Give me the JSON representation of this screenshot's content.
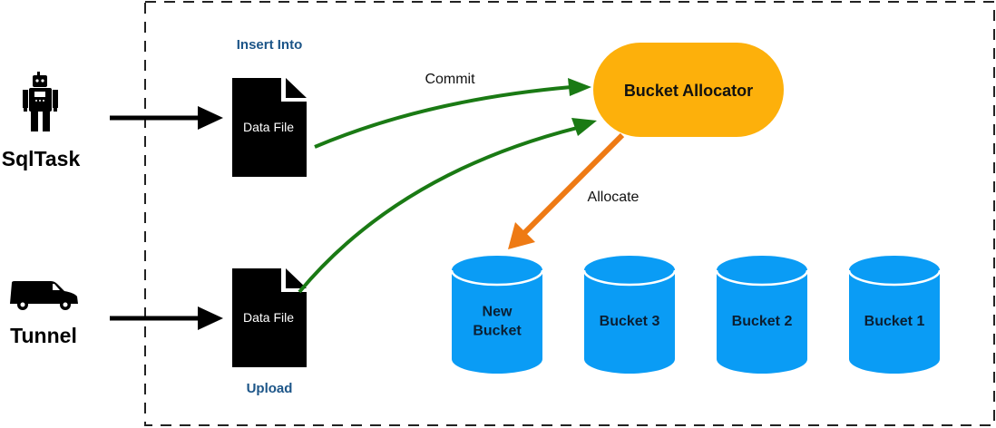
{
  "actors": [
    {
      "id": "sqltask",
      "label": "SqlTask",
      "icon": "robot-icon"
    },
    {
      "id": "tunnel",
      "label": "Tunnel",
      "icon": "van-icon"
    }
  ],
  "files": [
    {
      "id": "file-insert",
      "label": "Data File",
      "caption": "Insert Into"
    },
    {
      "id": "file-upload",
      "label": "Data File",
      "caption": "Upload"
    }
  ],
  "allocator": {
    "label": "Bucket Allocator"
  },
  "edges": {
    "commit": "Commit",
    "allocate": "Allocate"
  },
  "buckets": [
    {
      "lines": [
        "New",
        "Bucket"
      ]
    },
    {
      "lines": [
        "Bucket 3"
      ]
    },
    {
      "lines": [
        "Bucket 2"
      ]
    },
    {
      "lines": [
        "Bucket 1"
      ]
    }
  ],
  "colors": {
    "allocator": "#fdb00b",
    "bucket": "#0a9cf5",
    "commit_arrow": "#1a7a14",
    "allocate_arrow": "#ee7a14",
    "caption": "#1c5588"
  }
}
